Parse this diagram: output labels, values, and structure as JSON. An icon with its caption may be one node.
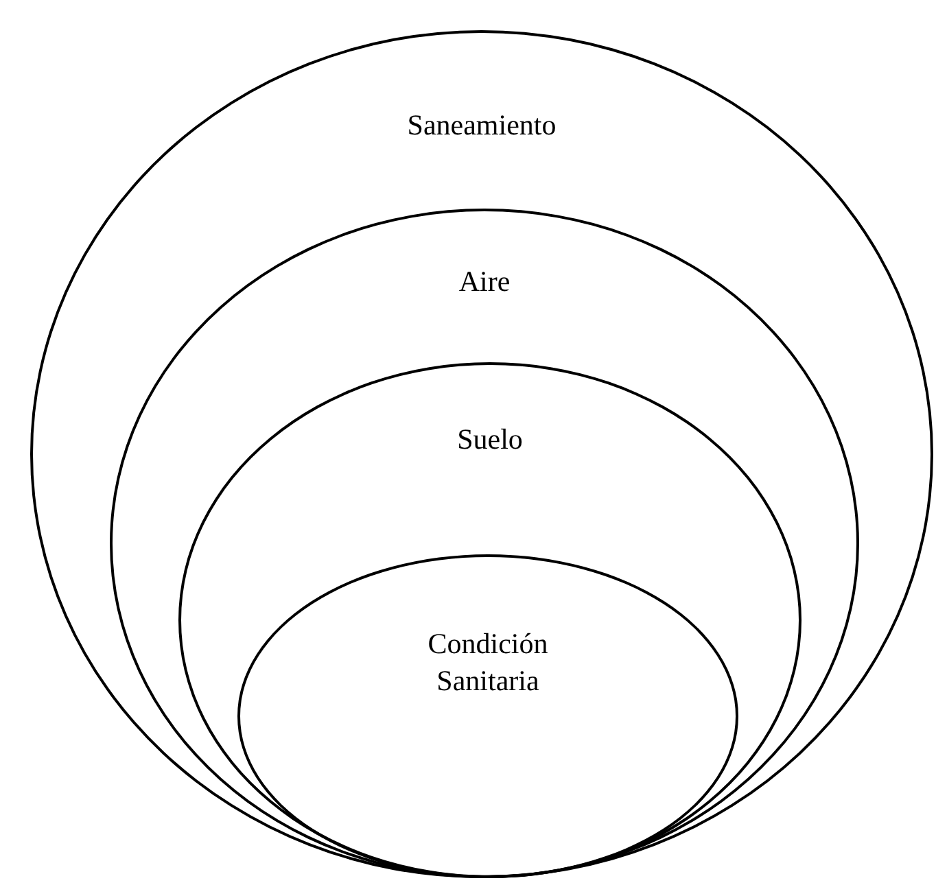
{
  "diagram": {
    "nodes": [
      {
        "text": [
          "Saneamiento"
        ]
      },
      {
        "text": [
          "Aire"
        ],
        "in": 0
      },
      {
        "text": [
          "Suelo"
        ],
        "in": 1
      },
      {
        "text": [
          "Condición Sanitaria"
        ],
        "in": 2
      }
    ]
  }
}
